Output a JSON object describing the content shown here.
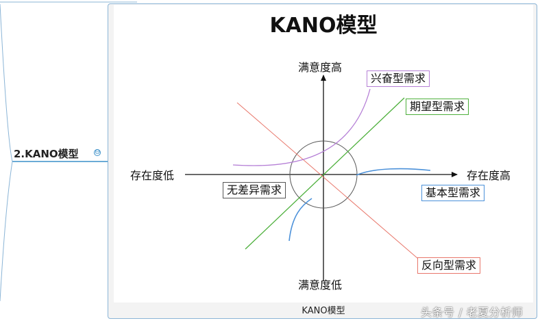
{
  "node": {
    "label": "2.KANO模型",
    "collapse_symbol": "⊖"
  },
  "diagram": {
    "title": "KANO模型",
    "caption": "KANO模型",
    "axes": {
      "top": "满意度高",
      "bottom": "满意度低",
      "left": "存在度低",
      "right": "存在度高"
    },
    "categories": {
      "exciting": {
        "label": "兴奋型需求",
        "color": "#b57fd6"
      },
      "performance": {
        "label": "期望型需求",
        "color": "#4caf3a"
      },
      "must_be": {
        "label": "基本型需求",
        "color": "#4a90d9"
      },
      "indifferent": {
        "label": "无差异需求",
        "color": "#555555"
      },
      "reverse": {
        "label": "反向型需求",
        "color": "#e8766a"
      }
    }
  },
  "watermark": "头条号 / 老夏分析师",
  "colors": {
    "frame_border": "#8ab4d6",
    "accent": "#3a8fc8"
  }
}
